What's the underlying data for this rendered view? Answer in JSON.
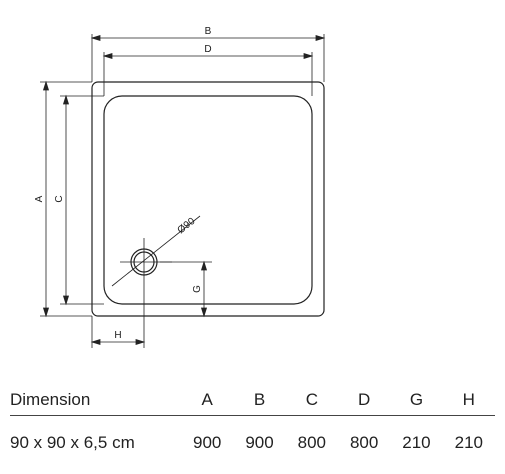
{
  "diagram": {
    "dim_labels": {
      "A": "A",
      "B": "B",
      "C": "C",
      "D": "D",
      "G": "G",
      "H": "H"
    },
    "drain_label": "Ø90"
  },
  "table": {
    "headers": [
      "Dimension",
      "A",
      "B",
      "C",
      "D",
      "G",
      "H"
    ],
    "rows": [
      [
        "90 x 90 x 6,5 cm",
        "900",
        "900",
        "800",
        "800",
        "210",
        "210"
      ]
    ]
  },
  "colors": {
    "line": "#222222",
    "text": "#1a1a1a",
    "background": "#ffffff"
  }
}
